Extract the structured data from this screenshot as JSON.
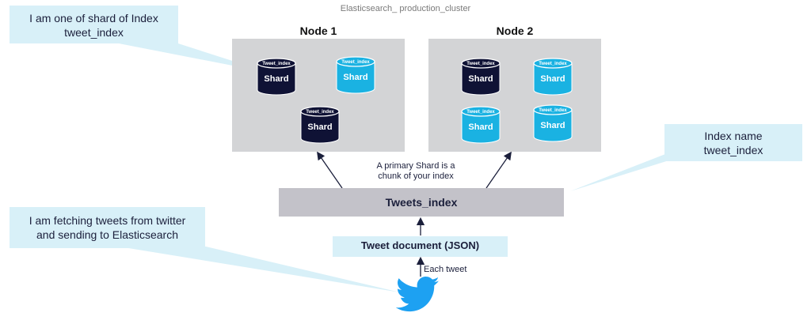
{
  "cluster": {
    "title": "Elasticsearch_ production_cluster"
  },
  "nodes": [
    {
      "title": "Node 1"
    },
    {
      "title": "Node 2"
    }
  ],
  "shard": {
    "top_label": "Tweet_index",
    "label": "Shard"
  },
  "callouts": {
    "shard_note": [
      "I am one of shard of Index",
      "tweet_index"
    ],
    "index_name": [
      "Index name",
      "tweet_index"
    ],
    "fetcher": [
      "I am fetching tweets from twitter",
      "and sending to Elasticsearch"
    ]
  },
  "primary_note": [
    "A primary Shard is a",
    "chunk of your index"
  ],
  "index_bar": {
    "label": "Tweets_index"
  },
  "document": {
    "label": "Tweet document (JSON)"
  },
  "each_tweet": "Each tweet",
  "colors": {
    "primary_shard": "#0f1235",
    "replica_shard": "#1ab2e2",
    "node_box": "#d3d4d6",
    "callout": "#d8f0f8",
    "index_bar": "#c3c2c9",
    "twitter": "#1da1f2"
  }
}
